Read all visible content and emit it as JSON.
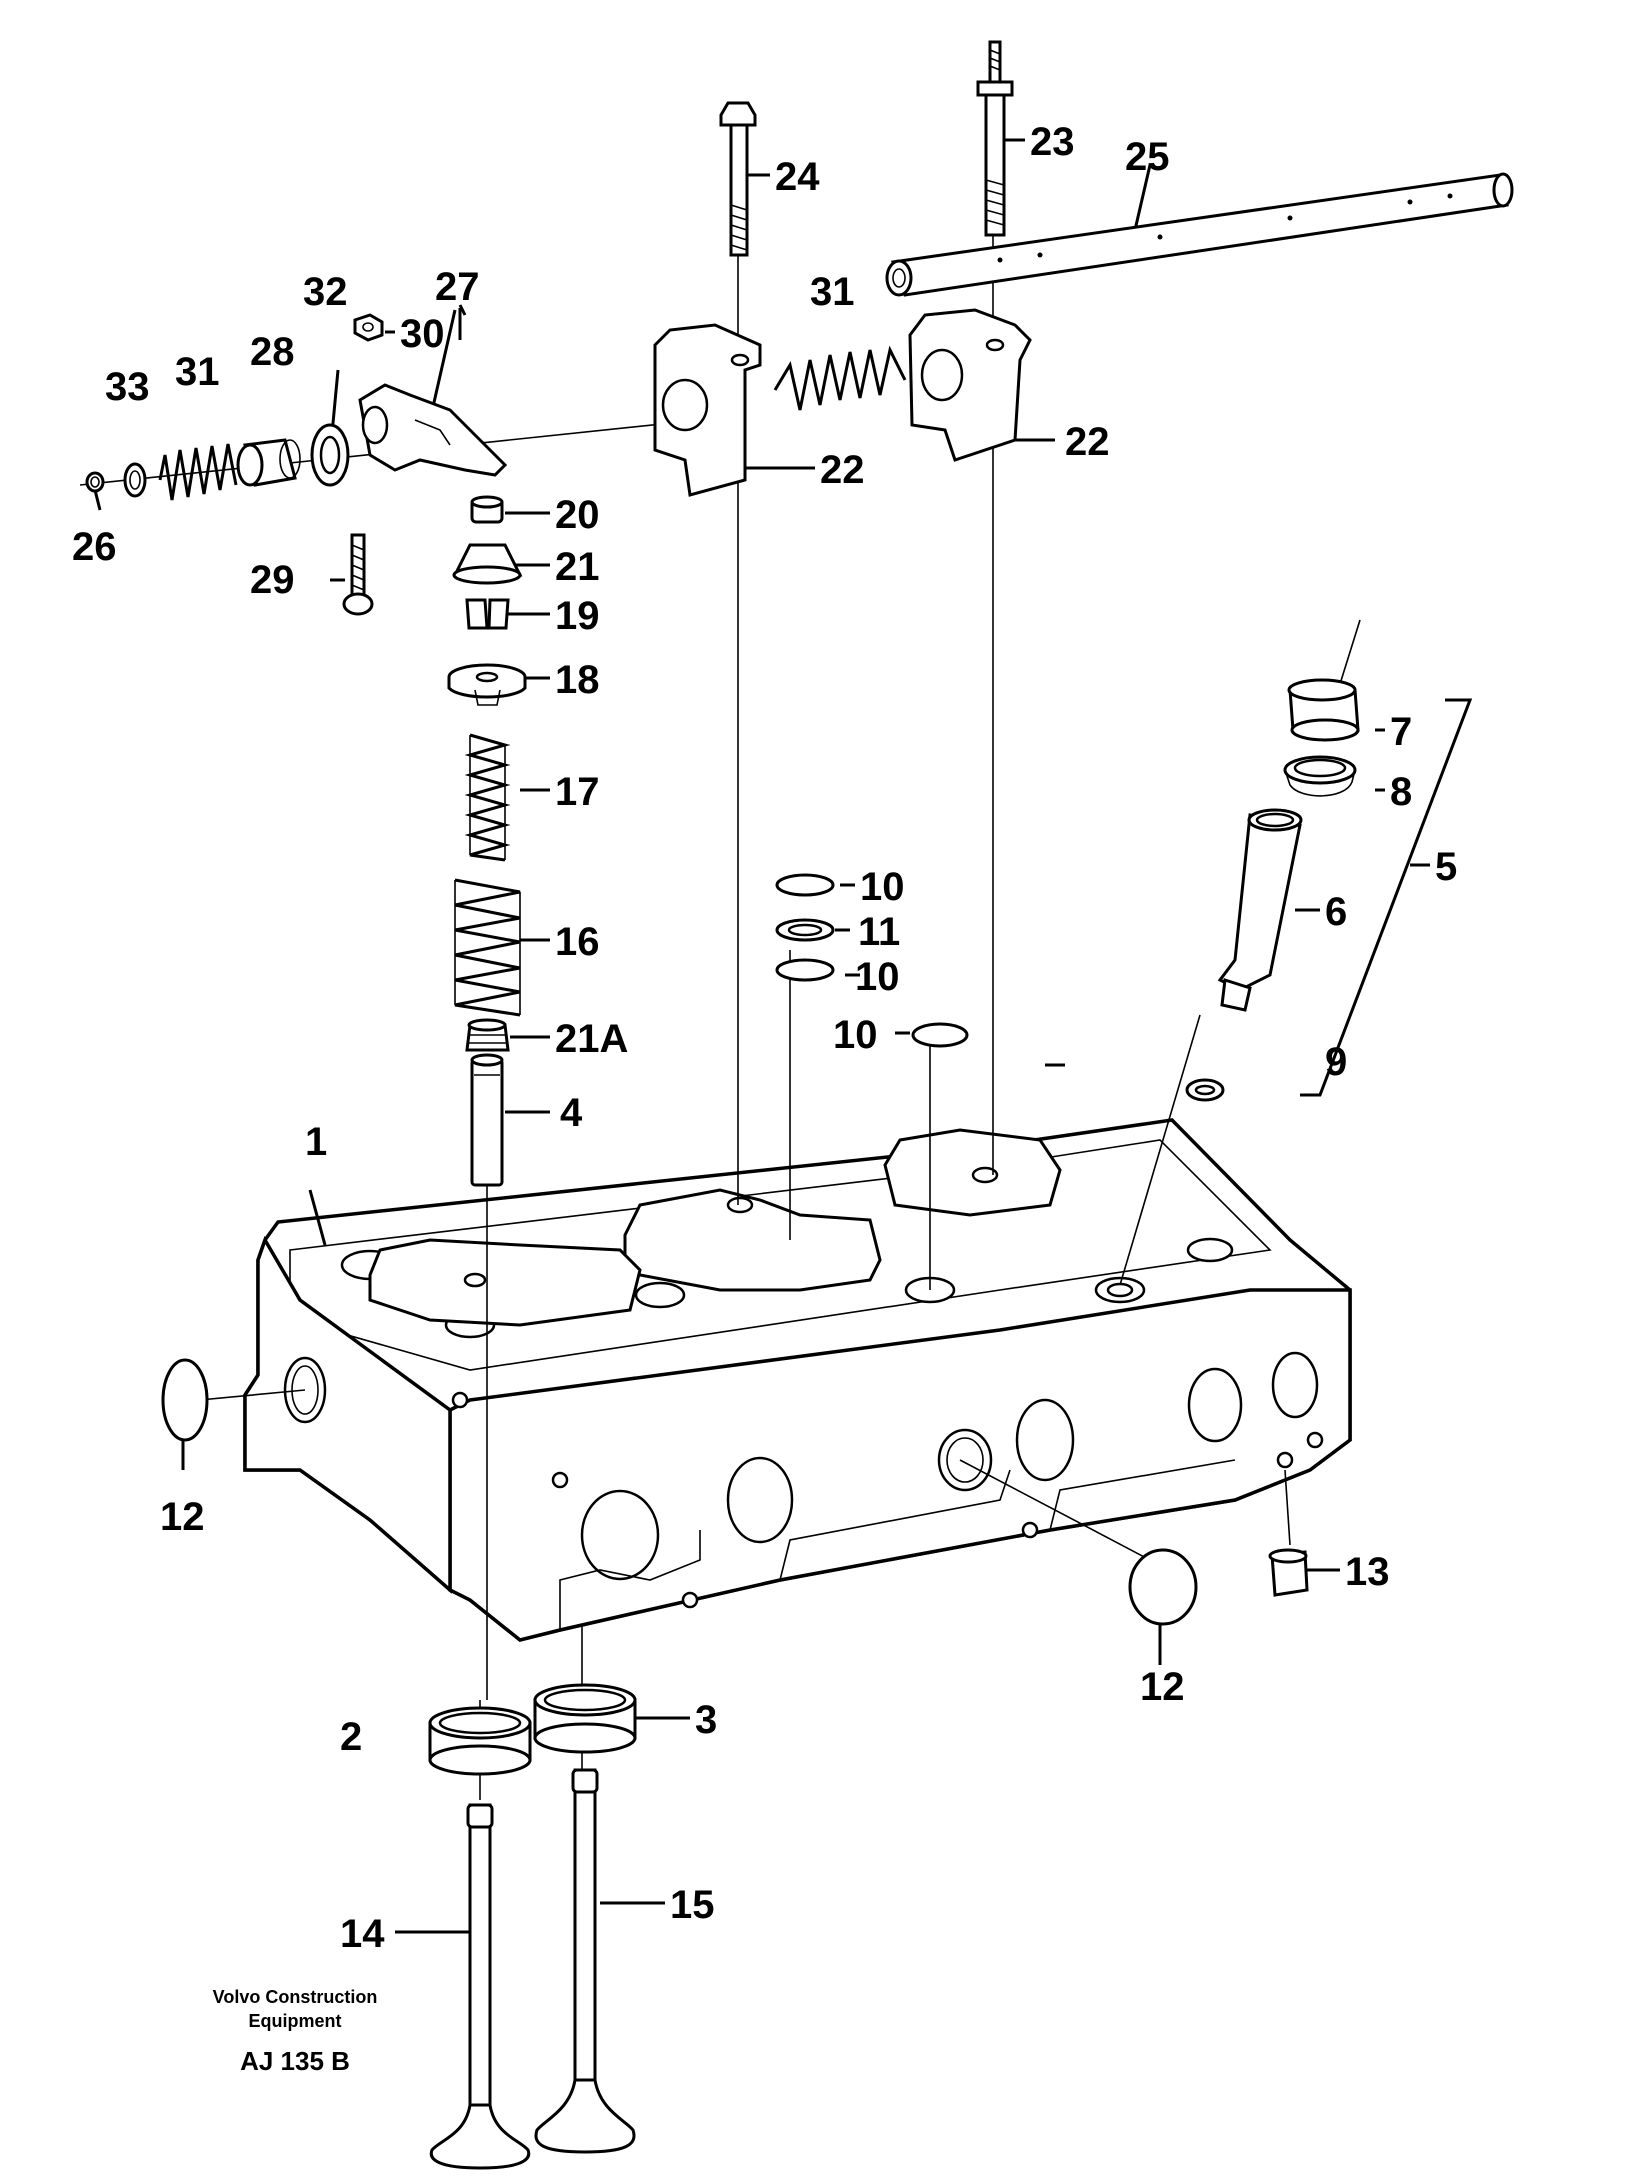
{
  "callouts": {
    "p1": "1",
    "p2": "2",
    "p3": "3",
    "p4": "4",
    "p5": "5",
    "p6": "6",
    "p7": "7",
    "p8": "8",
    "p9": "9",
    "p10a": "10",
    "p10b": "10",
    "p10c": "10",
    "p11": "11",
    "p12a": "12",
    "p12b": "12",
    "p13": "13",
    "p14": "14",
    "p15": "15",
    "p16": "16",
    "p17": "17",
    "p18": "18",
    "p19": "19",
    "p20": "20",
    "p21": "21",
    "p21a": "21A",
    "p22a": "22",
    "p22b": "22",
    "p23": "23",
    "p24": "24",
    "p25": "25",
    "p26": "26",
    "p27": "27",
    "p28": "28",
    "p29": "29",
    "p30": "30",
    "p31a": "31",
    "p31b": "31",
    "p32": "32",
    "p33": "33"
  },
  "credit": {
    "line1": "Volvo Construction",
    "line2": "Equipment",
    "code": "AJ 135 B"
  },
  "colors": {
    "ink": "#000000",
    "paper": "#ffffff"
  }
}
